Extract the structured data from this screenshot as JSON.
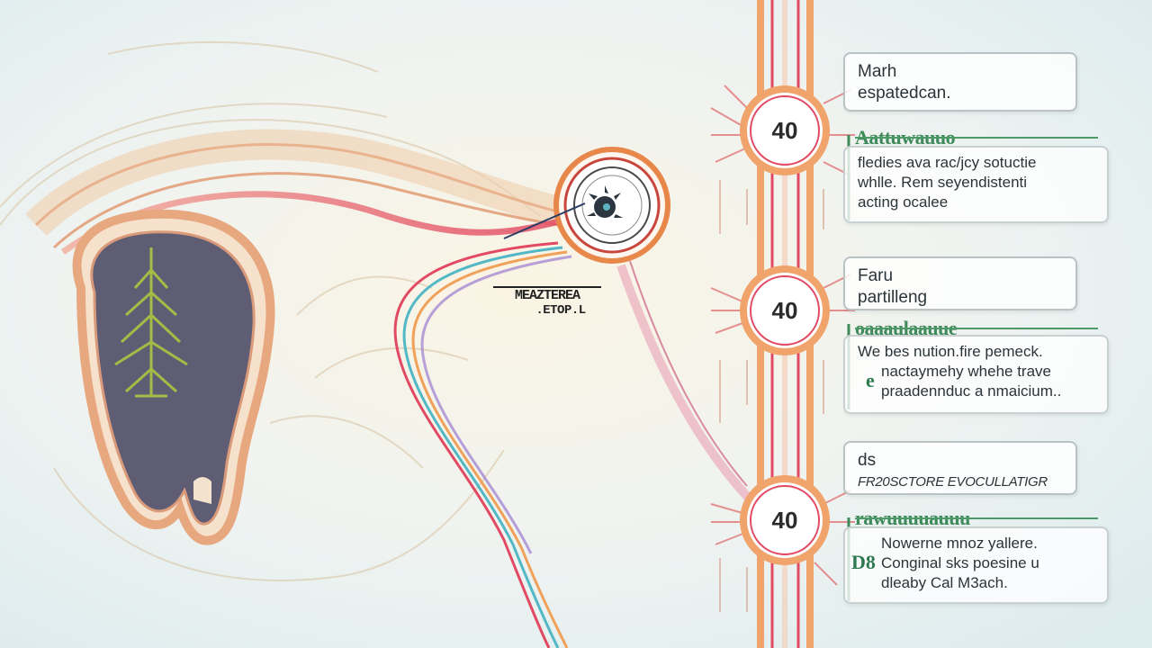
{
  "center_label": {
    "line1": "MEAZTEREA",
    "line2": ".ETOP.L"
  },
  "steps": [
    {
      "node": "40",
      "title_lines": [
        "Marh",
        "espatedcan."
      ],
      "heading": "Aattuwauuo",
      "desc_lines": [
        "fledies ava rac/jcy sotuctie",
        "whlle. Rem seyendistenti",
        "acting ocalee"
      ],
      "side_glyph": ""
    },
    {
      "node": "40",
      "title_lines": [
        "Faru",
        "partilleng"
      ],
      "heading": "oaaaulaauue",
      "desc_lines": [
        "We bes nution.fire pemeck.",
        "nactaymehy whehe trave",
        "praadennduc a nmaicium.."
      ],
      "side_glyph": "e"
    },
    {
      "node": "40",
      "title_lines": [
        "ds",
        "FR20SCTORE EVOCULLATIGR"
      ],
      "heading": "rawuuuuauuu",
      "desc_lines": [
        "Nowerne mnoz yallere.",
        "Conginal sks poesine u",
        "dleaby Cal M3ach."
      ],
      "side_glyph": "D8"
    }
  ],
  "colors": {
    "accent_green": "#3f8a5a",
    "artery_red": "#e0536a",
    "orange": "#e8874a",
    "organ_fill": "#5f5d74"
  }
}
